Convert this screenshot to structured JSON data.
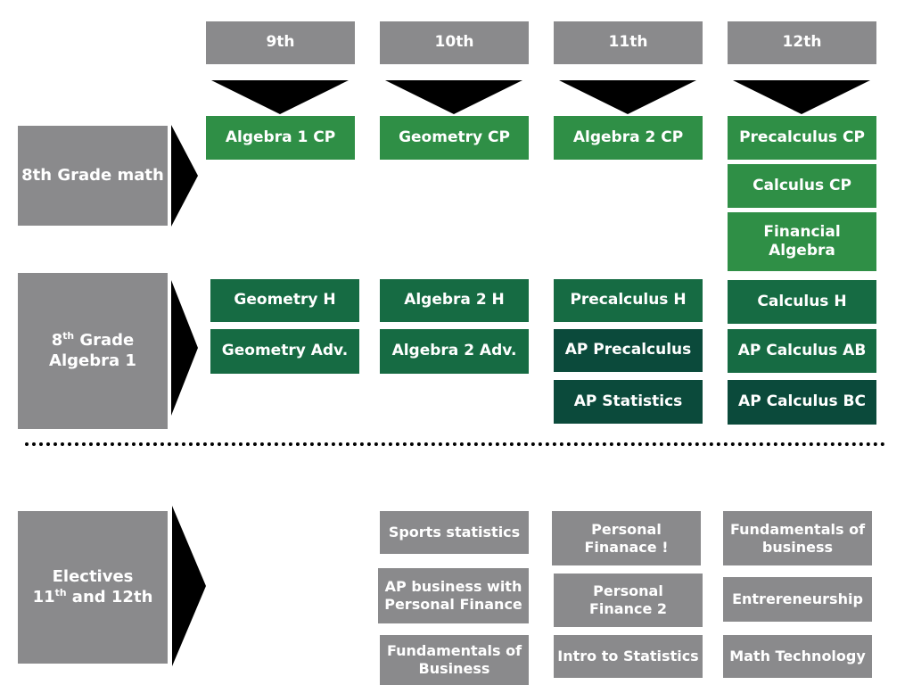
{
  "grades": [
    "9th",
    "10th",
    "11th",
    "12th"
  ],
  "tracks": {
    "standard": "8th Grade math",
    "advanced_line1_num": "8",
    "advanced_line1_sup": "th",
    "advanced_line1_rest": " Grade",
    "advanced_line2": "Algebra 1",
    "electives_line1": "Electives",
    "electives_line2_num": "11",
    "electives_line2_sup": "th",
    "electives_line2_rest": " and 12th"
  },
  "standard_courses": {
    "grade9": [
      "Algebra 1 CP"
    ],
    "grade10": [
      "Geometry CP"
    ],
    "grade11": [
      "Algebra 2 CP"
    ],
    "grade12": [
      "Precalculus CP",
      "Calculus CP",
      "Financial Algebra"
    ]
  },
  "advanced_courses": {
    "grade9": [
      "Geometry H",
      "Geometry Adv."
    ],
    "grade10": [
      "Algebra 2 H",
      "Algebra 2 Adv."
    ],
    "grade11": [
      "Precalculus H",
      "AP Precalculus",
      "AP Statistics"
    ],
    "grade12": [
      "Calculus H",
      "AP Calculus AB",
      "AP Calculus BC"
    ]
  },
  "electives": {
    "col1": [
      "Sports statistics",
      "AP business with Personal Finance",
      "Fundamentals of Business"
    ],
    "col2": [
      "Personal Finanace !",
      "Personal Finance 2",
      "Intro to Statistics"
    ],
    "col3": [
      "Fundamentals of business",
      "Entrereneurship",
      "Math Technology"
    ]
  },
  "colors": {
    "gray": "#8a8a8c",
    "green_light": "#2f8f46",
    "green_mid": "#166b43",
    "green_dark": "#0b4a3b",
    "arrow": "#000000"
  }
}
